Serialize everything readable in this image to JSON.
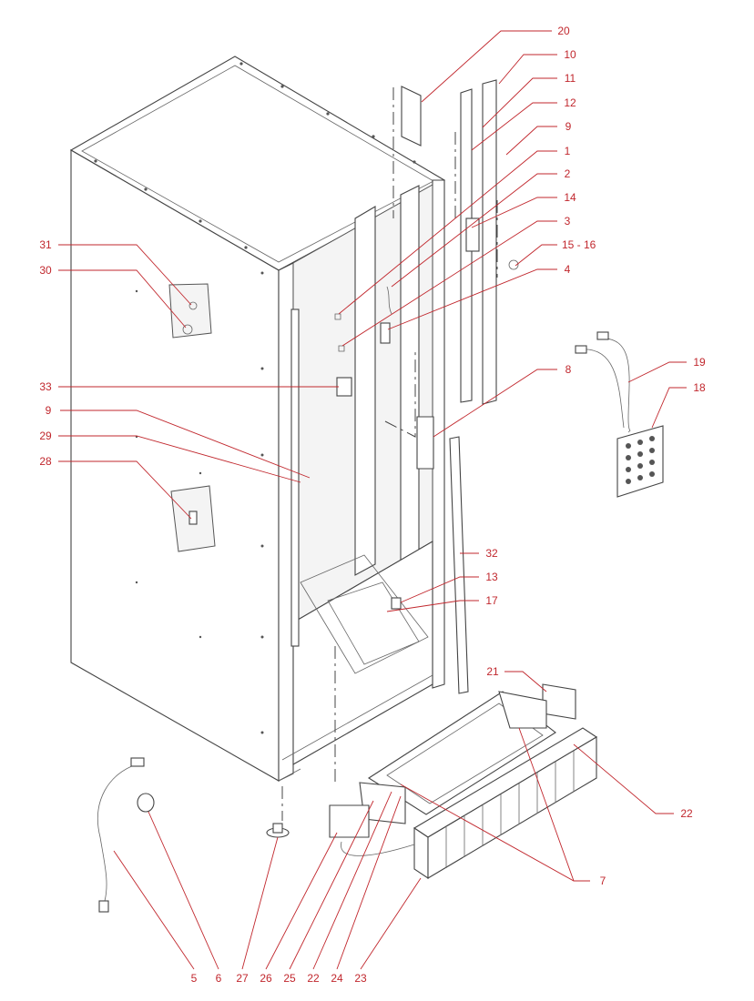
{
  "colors": {
    "callout": "#c1272d",
    "line": "#444444"
  },
  "callouts": [
    {
      "id": "c20",
      "label": "20"
    },
    {
      "id": "c10",
      "label": "10"
    },
    {
      "id": "c11",
      "label": "11"
    },
    {
      "id": "c12",
      "label": "12"
    },
    {
      "id": "c9a",
      "label": "9"
    },
    {
      "id": "c1",
      "label": "1"
    },
    {
      "id": "c2",
      "label": "2"
    },
    {
      "id": "c14",
      "label": "14"
    },
    {
      "id": "c3",
      "label": "3"
    },
    {
      "id": "c1516",
      "label": "15  - 16"
    },
    {
      "id": "c4",
      "label": "4"
    },
    {
      "id": "c19",
      "label": "19"
    },
    {
      "id": "c18",
      "label": "18"
    },
    {
      "id": "c8",
      "label": "8"
    },
    {
      "id": "c31",
      "label": "31"
    },
    {
      "id": "c30",
      "label": "30"
    },
    {
      "id": "c33",
      "label": "33"
    },
    {
      "id": "c9b",
      "label": "9"
    },
    {
      "id": "c29",
      "label": "29"
    },
    {
      "id": "c28",
      "label": "28"
    },
    {
      "id": "c32",
      "label": "32"
    },
    {
      "id": "c13",
      "label": "13"
    },
    {
      "id": "c17",
      "label": "17"
    },
    {
      "id": "c21",
      "label": "21"
    },
    {
      "id": "c22r",
      "label": "22"
    },
    {
      "id": "c7",
      "label": "7"
    },
    {
      "id": "c5",
      "label": "5"
    },
    {
      "id": "c6",
      "label": "6"
    },
    {
      "id": "c27",
      "label": "27"
    },
    {
      "id": "c26",
      "label": "26"
    },
    {
      "id": "c25",
      "label": "25"
    },
    {
      "id": "c22b",
      "label": "22"
    },
    {
      "id": "c24",
      "label": "24"
    },
    {
      "id": "c23",
      "label": "23"
    }
  ]
}
